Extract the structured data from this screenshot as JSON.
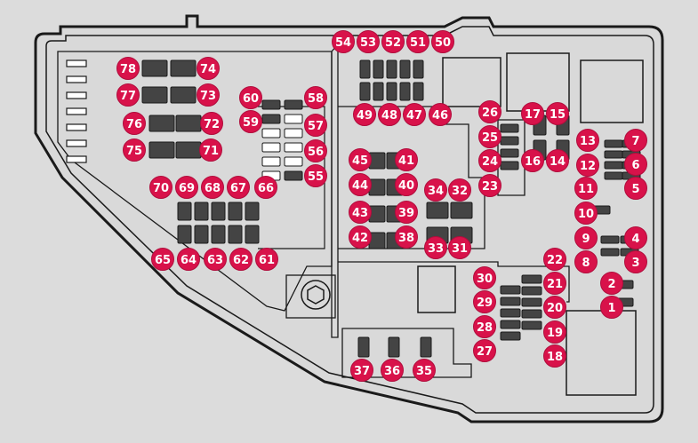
{
  "diagram": {
    "background_color": "#dcdcdc",
    "outline_color": "#1a1a1a",
    "fill_color": "#d9d9d9",
    "fuse_color": "#444444",
    "marker_color": "#d8124a",
    "marker_text_color": "#ffffff",
    "fuse_labels": [
      "1",
      "2",
      "3",
      "4",
      "5",
      "6",
      "7",
      "8",
      "9",
      "10",
      "11",
      "12",
      "13",
      "14",
      "15",
      "16",
      "17",
      "18",
      "19",
      "20",
      "21",
      "22",
      "23",
      "24",
      "25",
      "26",
      "27",
      "28",
      "29",
      "30",
      "31",
      "32",
      "33",
      "34",
      "35",
      "36",
      "37",
      "38",
      "39",
      "40",
      "41",
      "42",
      "43",
      "44",
      "45",
      "46",
      "47",
      "48",
      "49",
      "50",
      "51",
      "52",
      "53",
      "54",
      "55",
      "56",
      "57",
      "58",
      "59",
      "60",
      "61",
      "62",
      "63",
      "64",
      "65",
      "66",
      "67",
      "68",
      "69",
      "70",
      "71",
      "72",
      "73",
      "74",
      "75",
      "76",
      "77",
      "78"
    ]
  }
}
